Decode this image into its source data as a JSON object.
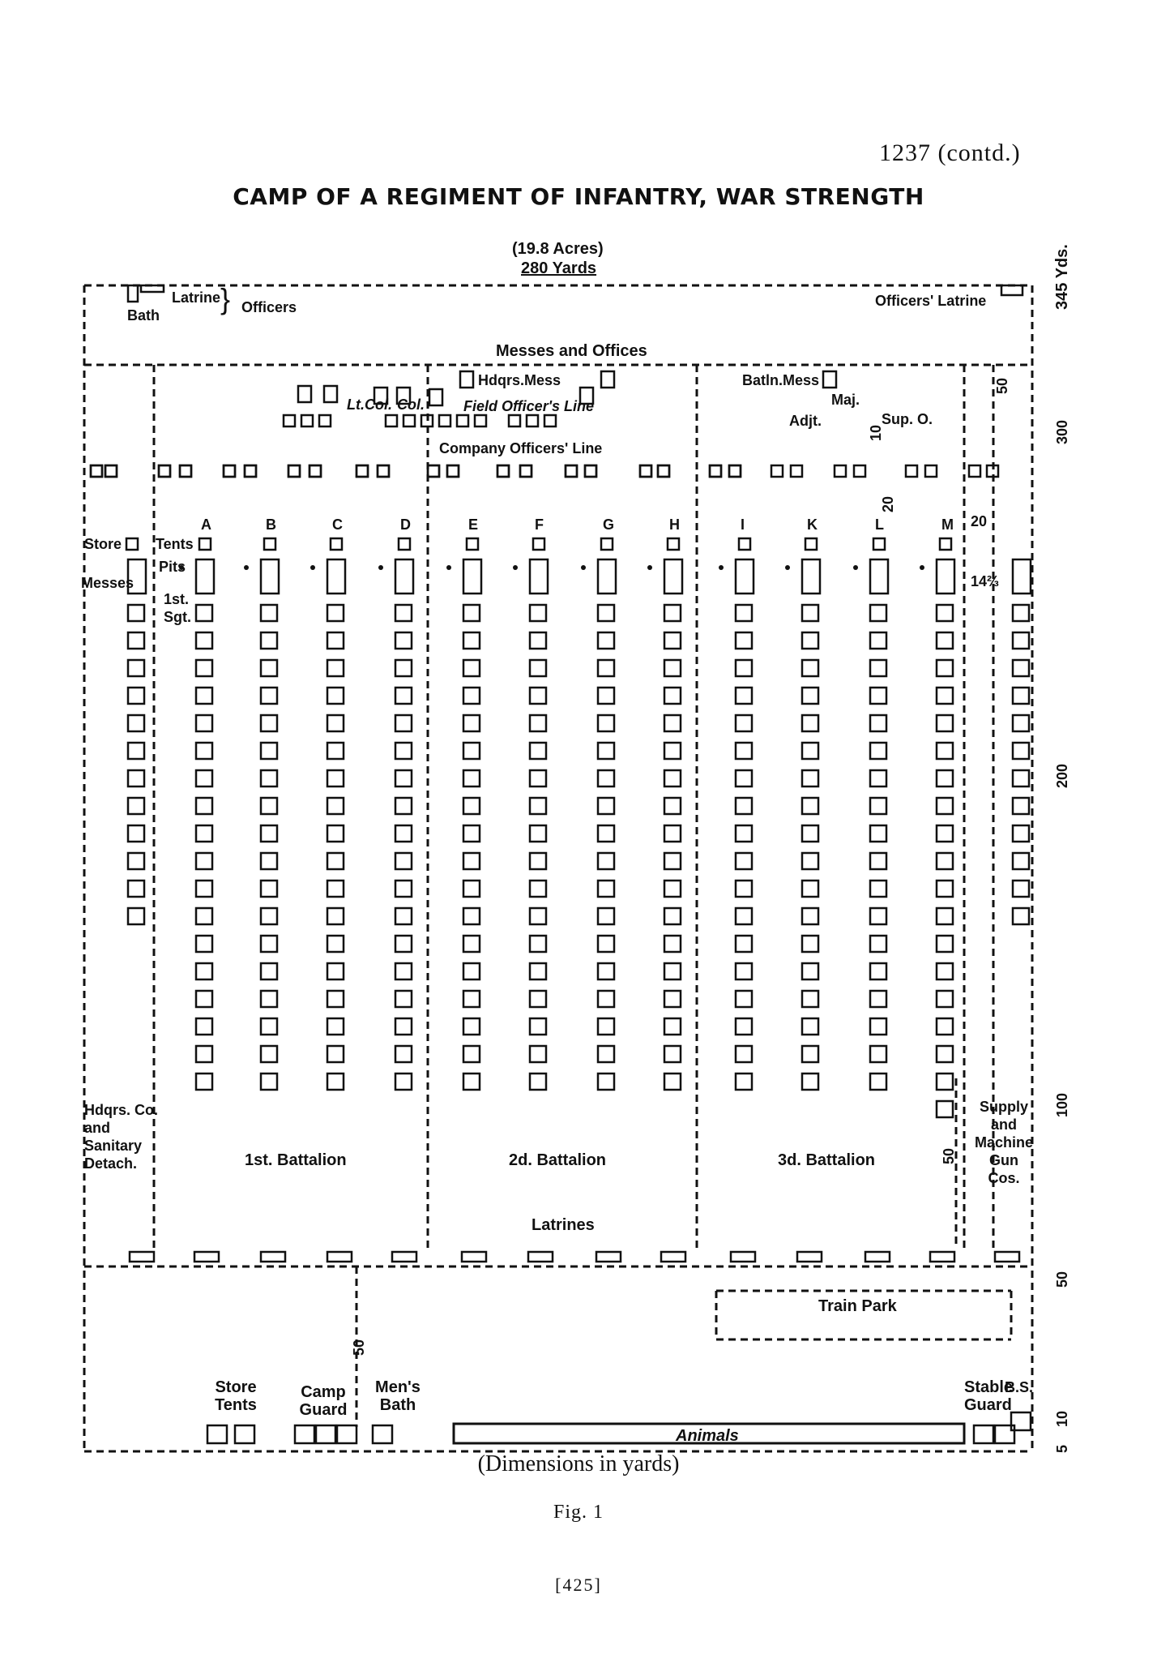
{
  "header": {
    "page_number": "1237 (contd.)",
    "title": "CAMP OF A REGIMENT OF INFANTRY, WAR STRENGTH"
  },
  "plan": {
    "area": "(19.8 Acres)",
    "width_yards": "280 Yards",
    "height_yards": "345 Yds.",
    "scale_ticks": [
      "300",
      "200",
      "100",
      "50",
      "10",
      "5"
    ],
    "top_left": {
      "bath": "Bath",
      "latrine": "Latrine",
      "officers": "Officers"
    },
    "officers_latrine": "Officers' Latrine",
    "messes_and_offices": "Messes and Offices",
    "hdqrs_mess": "Hdqrs.Mess",
    "lt_col": "Lt.Col.",
    "col": "Col.",
    "field_officers_line": "Field Officer's Line",
    "batln_mess": "Batln.Mess",
    "maj": "Maj.",
    "adjt": "Adjt.",
    "sup_o": "Sup. O.",
    "company_officers_line": "Company Officers' Line",
    "store": "Store",
    "messes": "Messes",
    "tents": "Tents",
    "pits": "Pits",
    "first_sgt": "1st. Sgt.",
    "companies": [
      "A",
      "B",
      "C",
      "D",
      "E",
      "F",
      "G",
      "H",
      "I",
      "K",
      "L",
      "M"
    ],
    "dims": {
      "d10": "10",
      "d20": "20",
      "d20b": "20",
      "d14": "14⅔",
      "d50a": "50",
      "d50b": "50",
      "d50c": "50"
    },
    "hdqrs_co": "Hdqrs. Co. and Sanitary Detach.",
    "battalions": [
      "1st. Battalion",
      "2d. Battalion",
      "3d. Battalion"
    ],
    "supply": "Supply and Machine Gun Cos.",
    "latrines": "Latrines",
    "train_park": "Train Park",
    "store_tents": "Store Tents",
    "camp_guard": "Camp Guard",
    "mens_bath": "Men's Bath",
    "animals": "Animals",
    "stable_guard": "Stable Guard",
    "bs": "B.S."
  },
  "footer": {
    "caption": "(Dimensions in yards)",
    "figure": "Fig. 1",
    "page": "[425]"
  }
}
